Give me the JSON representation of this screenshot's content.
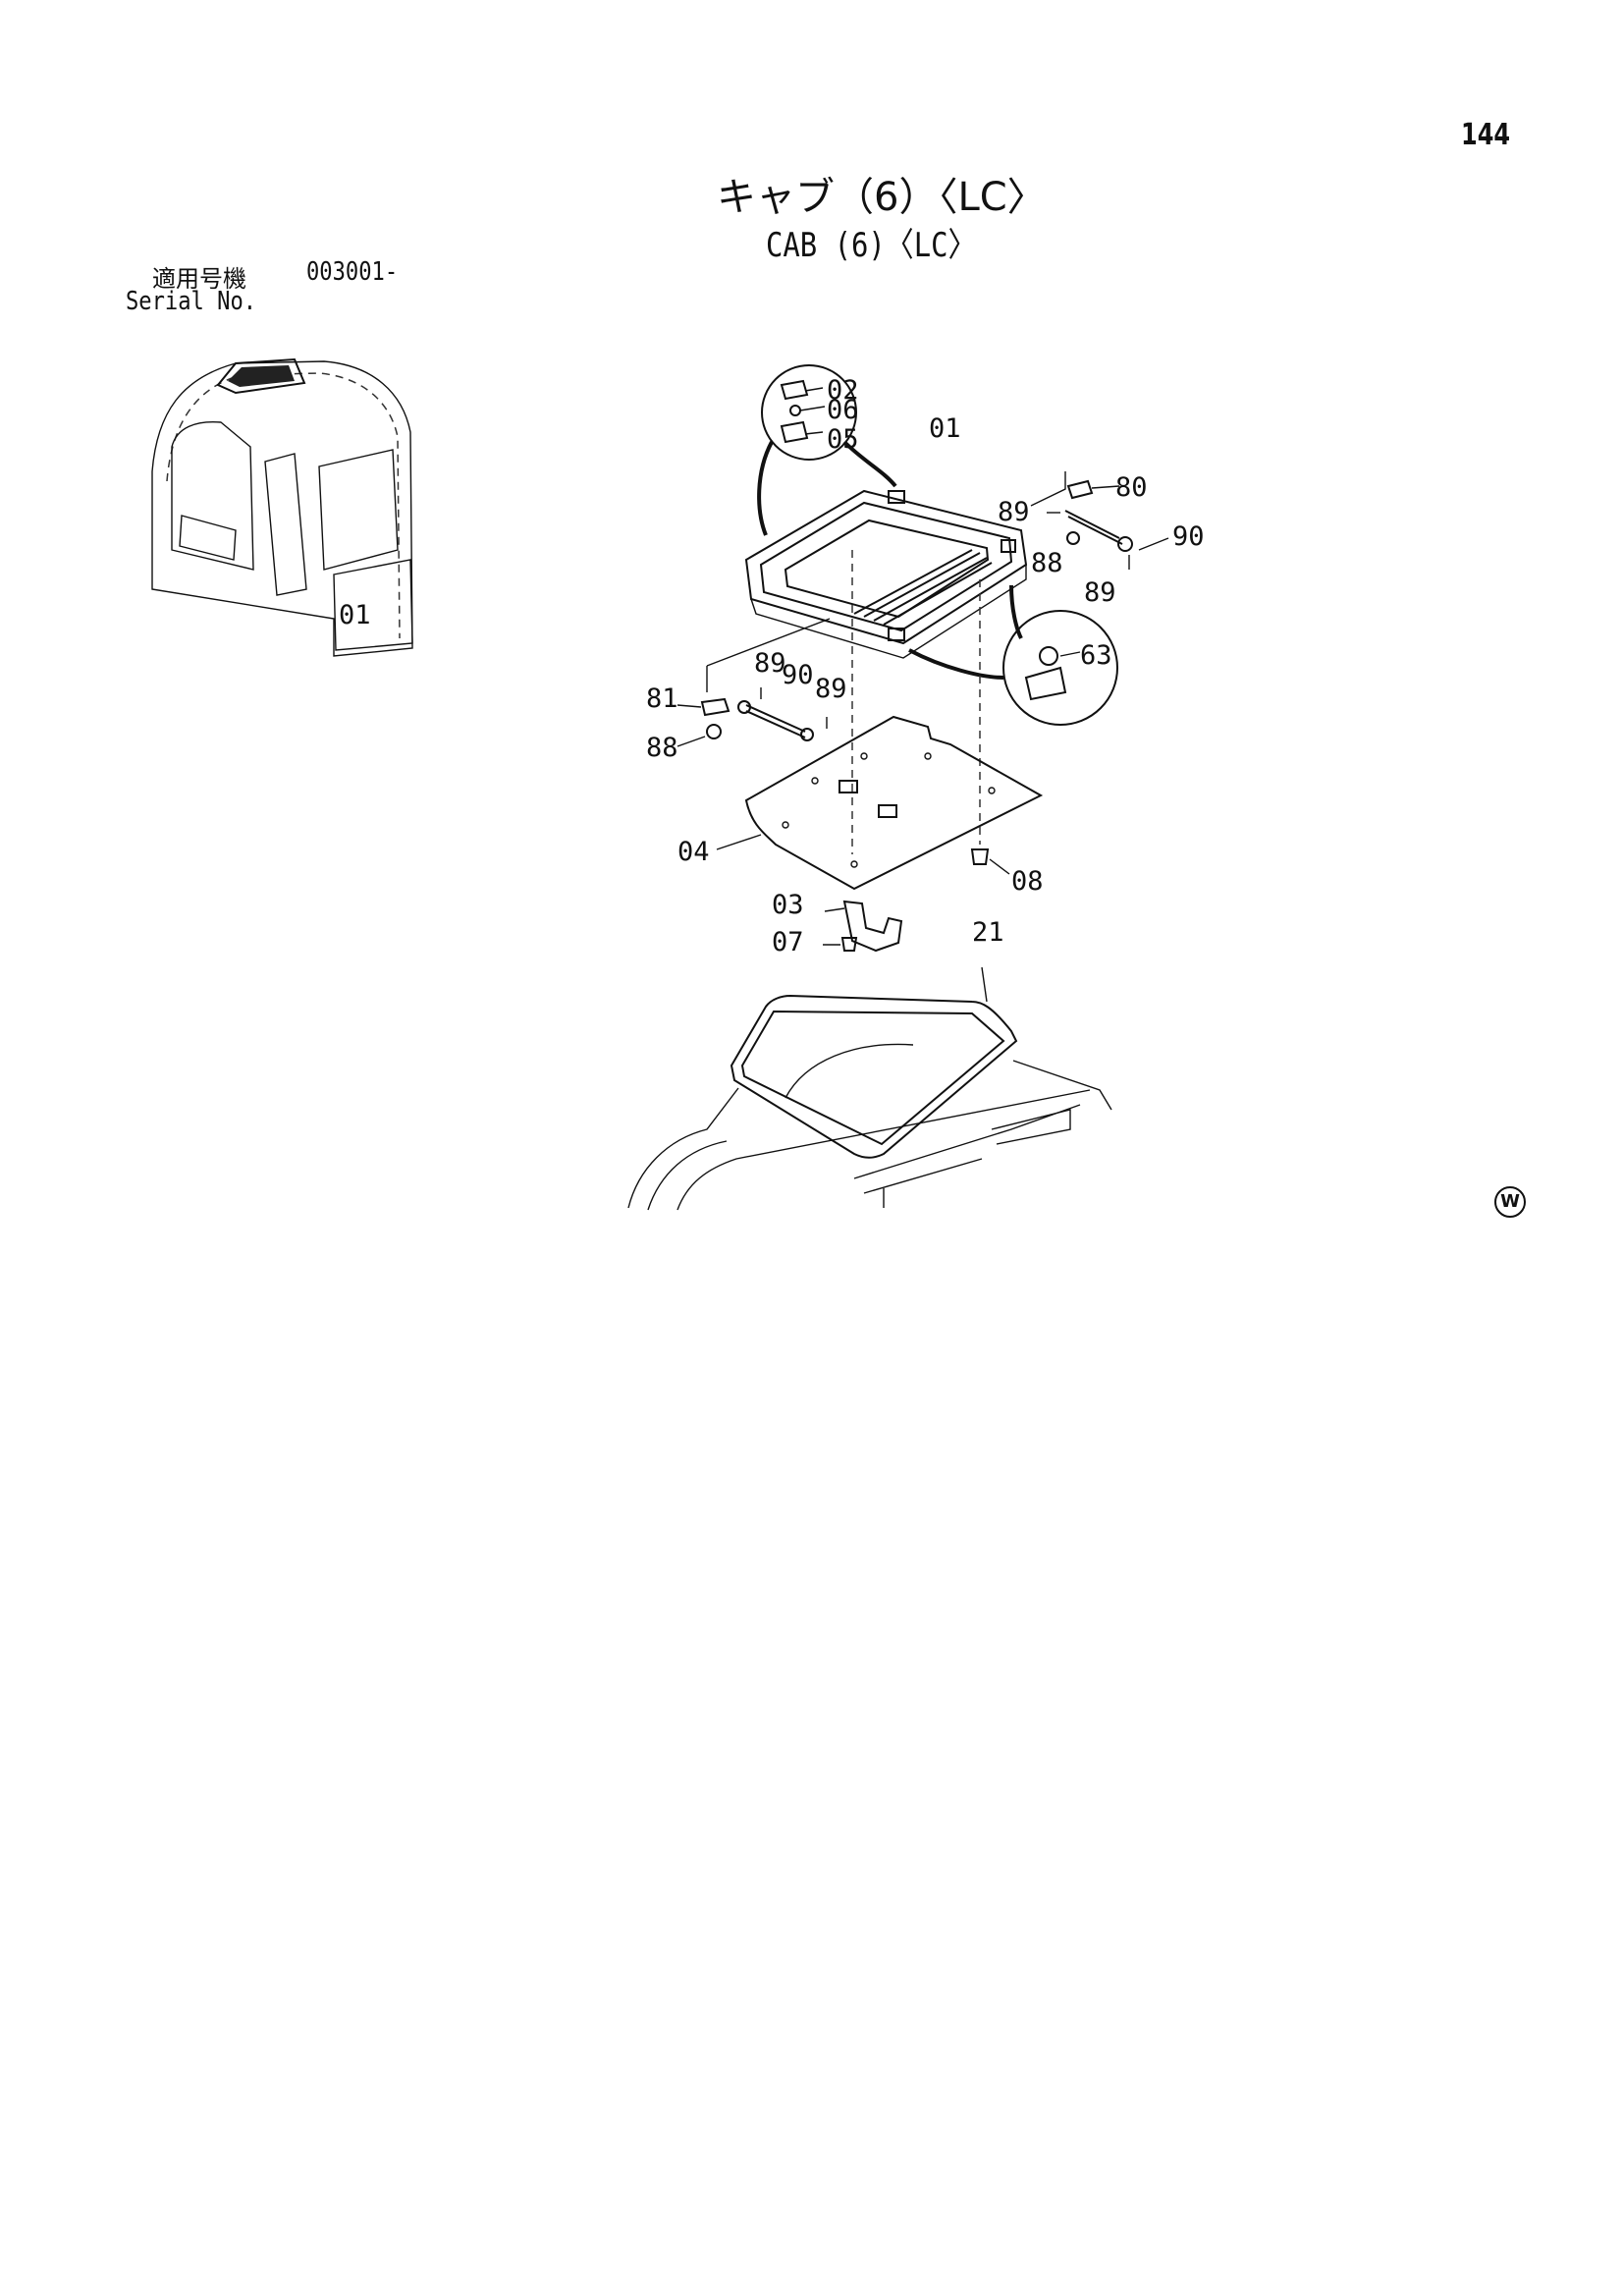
{
  "page": {
    "number": "144",
    "title_jp": "キャブ（6）〈LC〉",
    "title_en": "CAB (6)〈LC〉"
  },
  "serial": {
    "label_jp": "適用号機",
    "value": "003001-",
    "label_en": "Serial No."
  },
  "diagram": {
    "parts": [
      {
        "id": "label-02",
        "text": "02"
      },
      {
        "id": "label-06",
        "text": "06"
      },
      {
        "id": "label-05",
        "text": "05"
      },
      {
        "id": "label-01",
        "text": "01"
      },
      {
        "id": "label-80",
        "text": "80"
      },
      {
        "id": "label-89a",
        "text": "89"
      },
      {
        "id": "label-88a",
        "text": "88"
      },
      {
        "id": "label-90a",
        "text": "90"
      },
      {
        "id": "label-89b",
        "text": "89"
      },
      {
        "id": "label-63",
        "text": "63"
      },
      {
        "id": "label-89c",
        "text": "89"
      },
      {
        "id": "label-90b",
        "text": "90"
      },
      {
        "id": "label-89d",
        "text": "89"
      },
      {
        "id": "label-81",
        "text": "81"
      },
      {
        "id": "label-88b",
        "text": "88"
      },
      {
        "id": "label-04",
        "text": "04"
      },
      {
        "id": "label-08",
        "text": "08"
      },
      {
        "id": "label-03",
        "text": "03"
      },
      {
        "id": "label-07",
        "text": "07"
      },
      {
        "id": "label-21",
        "text": "21"
      }
    ],
    "overview_label": "01"
  },
  "watermark": "W"
}
